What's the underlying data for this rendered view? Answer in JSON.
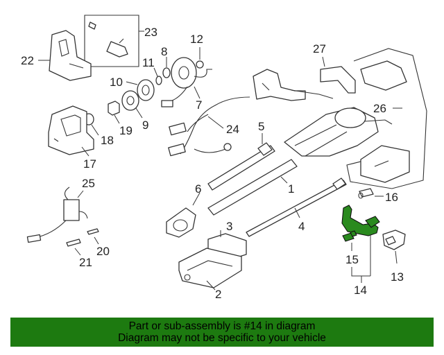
{
  "diagram": {
    "callouts": {
      "c1": "1",
      "c2": "2",
      "c3": "3",
      "c4": "4",
      "c5": "5",
      "c6": "6",
      "c7": "7",
      "c8": "8",
      "c9": "9",
      "c10": "10",
      "c11": "11",
      "c12": "12",
      "c13": "13",
      "c14": "14",
      "c15": "15",
      "c16": "16",
      "c17": "17",
      "c18": "18",
      "c19": "19",
      "c20": "20",
      "c21": "21",
      "c22": "22",
      "c23": "23",
      "c24": "24",
      "c25": "25",
      "c26": "26",
      "c27": "27"
    },
    "highlight_color": "#2a8a1e"
  },
  "banner": {
    "line1": "Part or sub-assembly is #14 in diagram",
    "line2": "Diagram may not be specific to your vehicle",
    "background_color": "#1d7a10"
  }
}
